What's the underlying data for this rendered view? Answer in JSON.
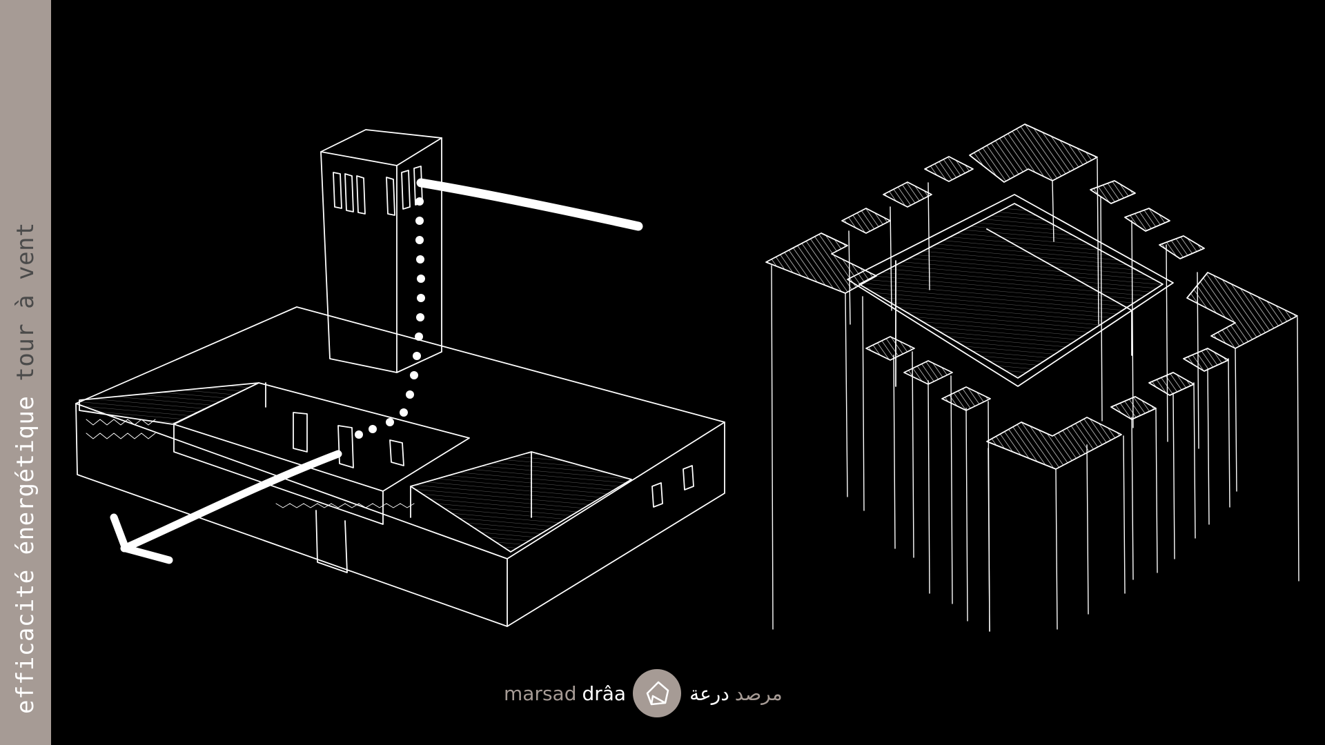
{
  "side_title": {
    "part_a": "efficacité énergétique",
    "part_b": "tour à vent"
  },
  "footer": {
    "brand_latin_a": "marsad",
    "brand_latin_b": "drâa",
    "brand_arabic_a": "درعة",
    "brand_arabic_b": "مرصد"
  },
  "colors": {
    "background": "#000000",
    "band": "#a69b95",
    "sketch_line": "#ffffff"
  },
  "icons": {
    "logo": "marsad-draa-logo-icon"
  }
}
